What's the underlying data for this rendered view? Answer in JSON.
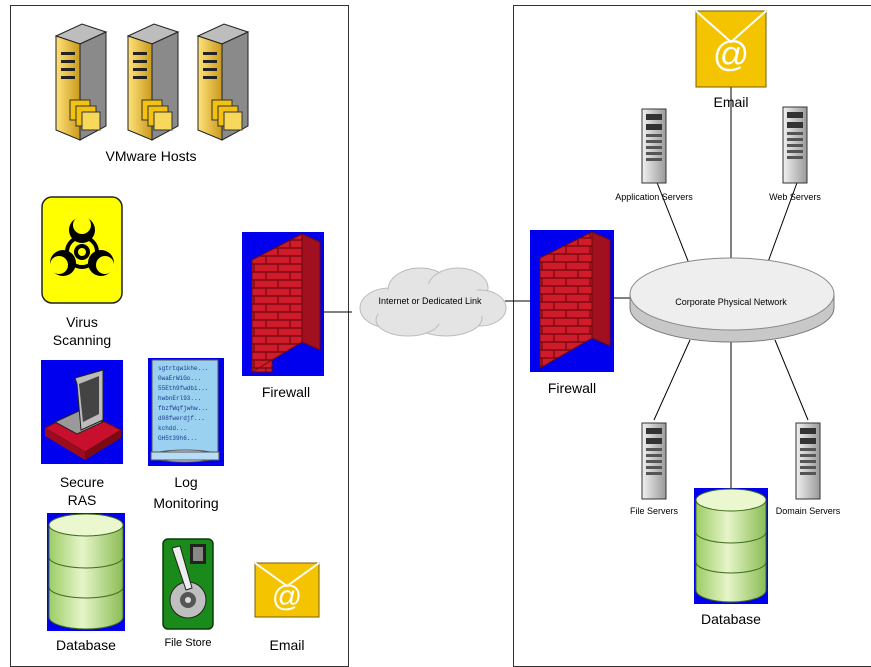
{
  "left_zone": {
    "vmware_label": "VMware Hosts",
    "virus_label_1": "Virus",
    "virus_label_2": "Scanning",
    "ras_label_1": "Secure",
    "ras_label_2": "RAS",
    "log_label_1": "Log",
    "log_label_2": "Monitoring",
    "log_lines": [
      "sgtrtqwikhe...",
      "0waErWiGo...",
      "55Eth9fwdbi...",
      "hwbnErl93...",
      "fbzfWqfjwhw...",
      "d08fwerdjf...",
      "kchdd...",
      "GH5t39h6..."
    ],
    "database_label": "Database",
    "filestore_label": "File Store",
    "email_label": "Email",
    "firewall_label": "Firewall"
  },
  "link": {
    "cloud_label": "Internet or Dedicated Link"
  },
  "right_zone": {
    "firewall_label": "Firewall",
    "network_label": "Corporate Physical Network",
    "email_label": "Email",
    "app_servers_label": "Application Servers",
    "web_servers_label": "Web Servers",
    "file_servers_label": "File Servers",
    "domain_servers_label": "Domain Servers",
    "database_label": "Database"
  },
  "colors": {
    "brick": "#c8102e",
    "firewall_bg": "#0000ee",
    "email_yellow": "#f5c400",
    "biohazard_yellow": "#ffff00",
    "db_green": "#c8e6a0"
  }
}
